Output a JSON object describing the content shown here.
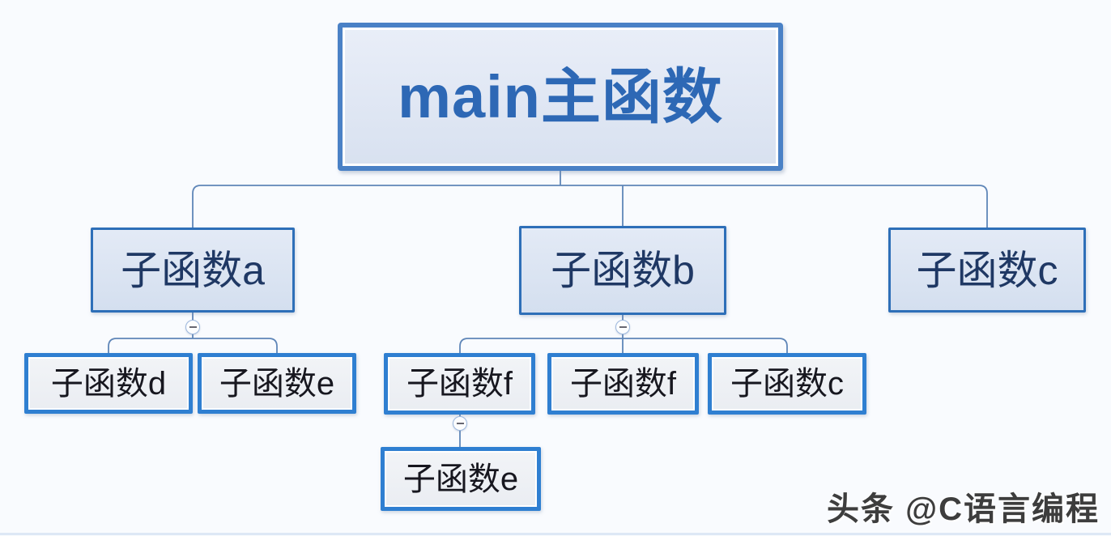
{
  "nodes": {
    "main": {
      "label": "main主函数"
    },
    "a": {
      "label": "子函数a"
    },
    "b": {
      "label": "子函数b"
    },
    "c": {
      "label": "子函数c"
    },
    "d": {
      "label": "子函数d"
    },
    "e": {
      "label": "子函数e"
    },
    "f1": {
      "label": "子函数f"
    },
    "f2": {
      "label": "子函数f"
    },
    "c2": {
      "label": "子函数c"
    },
    "e2": {
      "label": "子函数e"
    }
  },
  "hierarchy": {
    "main": [
      "a",
      "b",
      "c"
    ],
    "a": [
      "d",
      "e"
    ],
    "b": [
      "f1",
      "f2",
      "c2"
    ],
    "f1": [
      "e2"
    ]
  },
  "icons": {
    "collapse_toggle": "minus"
  },
  "watermark": {
    "text": "头条 @C语言编程"
  },
  "colors": {
    "background": "#f9fbfe",
    "root_border": "#4a81c6",
    "root_fill": "#dde5f2",
    "root_text": "#2d68b5",
    "branch_border": "#2e6fb8",
    "branch_fill": "#d9e2f1",
    "branch_text": "#1f3864",
    "leaf_border": "#2f7fd1",
    "leaf_fill": "#eef0f4",
    "leaf_text": "#17171f",
    "connector": "#5f86b8"
  }
}
